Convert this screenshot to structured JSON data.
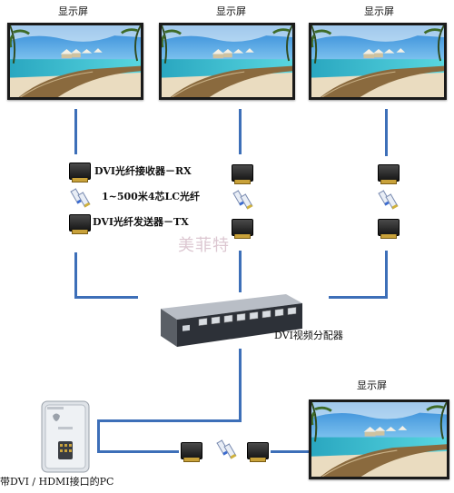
{
  "screens": {
    "top_left_label": "显示屏",
    "top_middle_label": "显示屏",
    "top_right_label": "显示屏",
    "bottom_right_label": "显示屏"
  },
  "legend": {
    "receiver": "DVI光纤接收器－RX",
    "fiber": "1~500米4芯LC光纤",
    "sender": "DVI光纤发送器－TX"
  },
  "splitter_label": "DVI视频分配器",
  "pc_label": "带DVI / HDMI接口的PC",
  "watermark": "美菲特",
  "colors": {
    "line": "#3d6fb8",
    "sky": "#4aa3e0",
    "sea": "#21b3c4",
    "sand": "#e9dcc0"
  },
  "icons": [
    "monitor-icon",
    "fiber-receiver-icon",
    "fiber-cable-icon",
    "fiber-sender-icon",
    "splitter-icon",
    "pc-tower-icon"
  ]
}
